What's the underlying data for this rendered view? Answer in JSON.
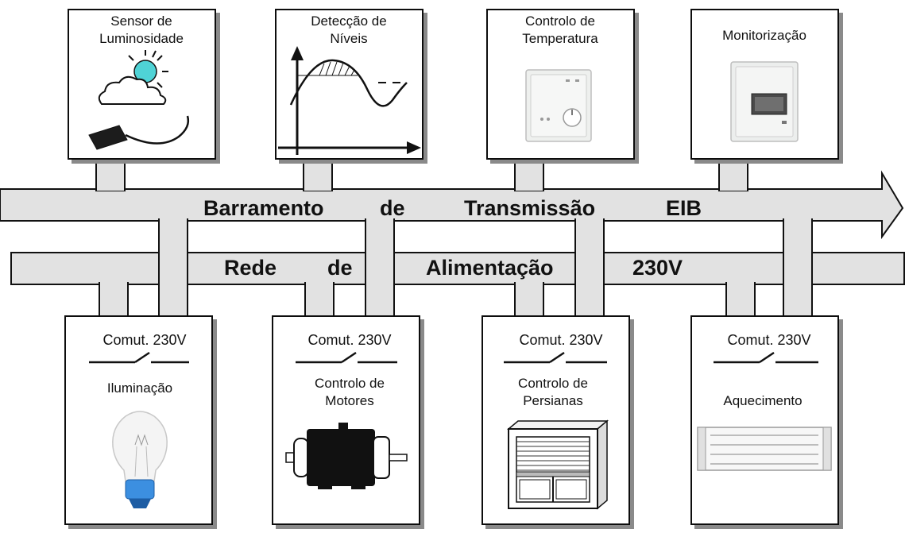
{
  "buses": {
    "eib": {
      "words": [
        "Barramento",
        "de",
        "Transmissão",
        "EIB"
      ]
    },
    "power": {
      "words": [
        "Rede",
        "de",
        "Alimentação",
        "230V"
      ]
    }
  },
  "sensors": [
    {
      "title_lines": [
        "Sensor de",
        "Luminosidade"
      ],
      "icon": "light-sensor-icon"
    },
    {
      "title_lines": [
        "Detecção de",
        "Níveis"
      ],
      "icon": "level-graph-icon"
    },
    {
      "title_lines": [
        "Controlo de",
        "Temperatura"
      ],
      "icon": "thermostat-icon"
    },
    {
      "title_lines": [
        "Monitorização"
      ],
      "icon": "display-panel-icon"
    }
  ],
  "actuators": [
    {
      "switch_label": "Comut. 230V",
      "title_lines": [
        "Iluminação"
      ],
      "icon": "light-bulb-icon"
    },
    {
      "switch_label": "Comut. 230V",
      "title_lines": [
        "Controlo de",
        "Motores"
      ],
      "icon": "motor-icon"
    },
    {
      "switch_label": "Comut. 230V",
      "title_lines": [
        "Controlo de",
        "Persianas"
      ],
      "icon": "window-blind-icon"
    },
    {
      "switch_label": "Comut. 230V",
      "title_lines": [
        "Aquecimento"
      ],
      "icon": "heater-icon"
    }
  ],
  "colors": {
    "bus_fill": "#e2e2e2",
    "outline": "#111111",
    "box_fill": "#ffffff",
    "sun_fill": "#4fd3d6",
    "bulb_base": "#3c8fe0"
  }
}
